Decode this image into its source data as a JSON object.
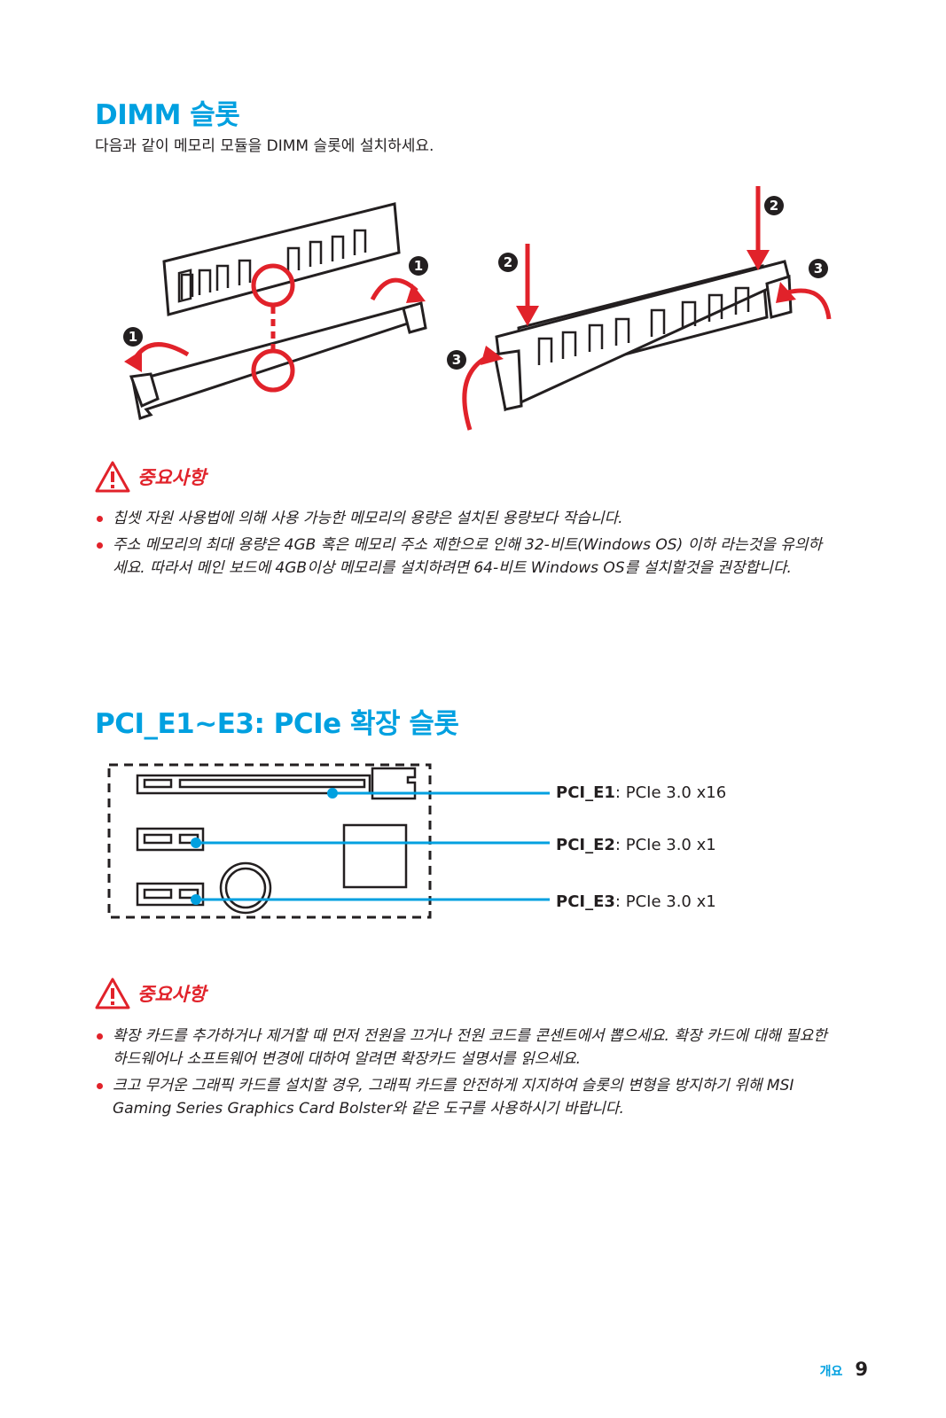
{
  "dimm": {
    "title": "DIMM 슬롯",
    "intro": "다음과 같이 메모리 모듈을 DIMM 슬롯에 설치하세요.",
    "markers": [
      "1",
      "1",
      "2",
      "2",
      "3",
      "3"
    ]
  },
  "important1": {
    "label": "중요사항",
    "bullets": [
      "칩셋 자원 사용법에 의해 사용 가능한 메모리의 용량은 설치된 용량보다 작습니다.",
      "주소 메모리의 최대 용량은 4GB 혹은 메모리 주소 제한으로 인해 32-비트(Windows OS) 이하 라는것을 유의하세요. 따라서  메인 보드에 4GB이상 메모리를 설치하려면  64-비트 Windows OS를 설치할것을 권장합니다."
    ]
  },
  "pcie": {
    "title": "PCI_E1~E3: PCIe 확장 슬롯",
    "slots": [
      {
        "name": "PCI_E1",
        "spec": ": PCIe 3.0 x16"
      },
      {
        "name": "PCI_E2",
        "spec": ": PCIe 3.0 x1"
      },
      {
        "name": "PCI_E3",
        "spec": ": PCIe 3.0 x1"
      }
    ]
  },
  "important2": {
    "label": "중요사항",
    "bullets": [
      "확장 카드를 추가하거나 제거할 때 먼저 전원을 끄거나 전원 코드를 콘센트에서 뽑으세요. 확장 카드에 대해 필요한 하드웨어나 소프트웨어 변경에 대하여 알려면 확장카드 설명서를 읽으세요.",
      "크고 무거운 그래픽 카드를 설치할 경우, 그래픽 카드를 안전하게 지지하여 슬롯의 변형을 방지하기 위해 MSI Gaming Series Graphics Card Bolster와 같은 도구를 사용하시기 바랍니다."
    ]
  },
  "footer": {
    "section": "개요",
    "page": "9"
  },
  "colors": {
    "accent": "#00a0e0",
    "warning": "#e1222a"
  }
}
